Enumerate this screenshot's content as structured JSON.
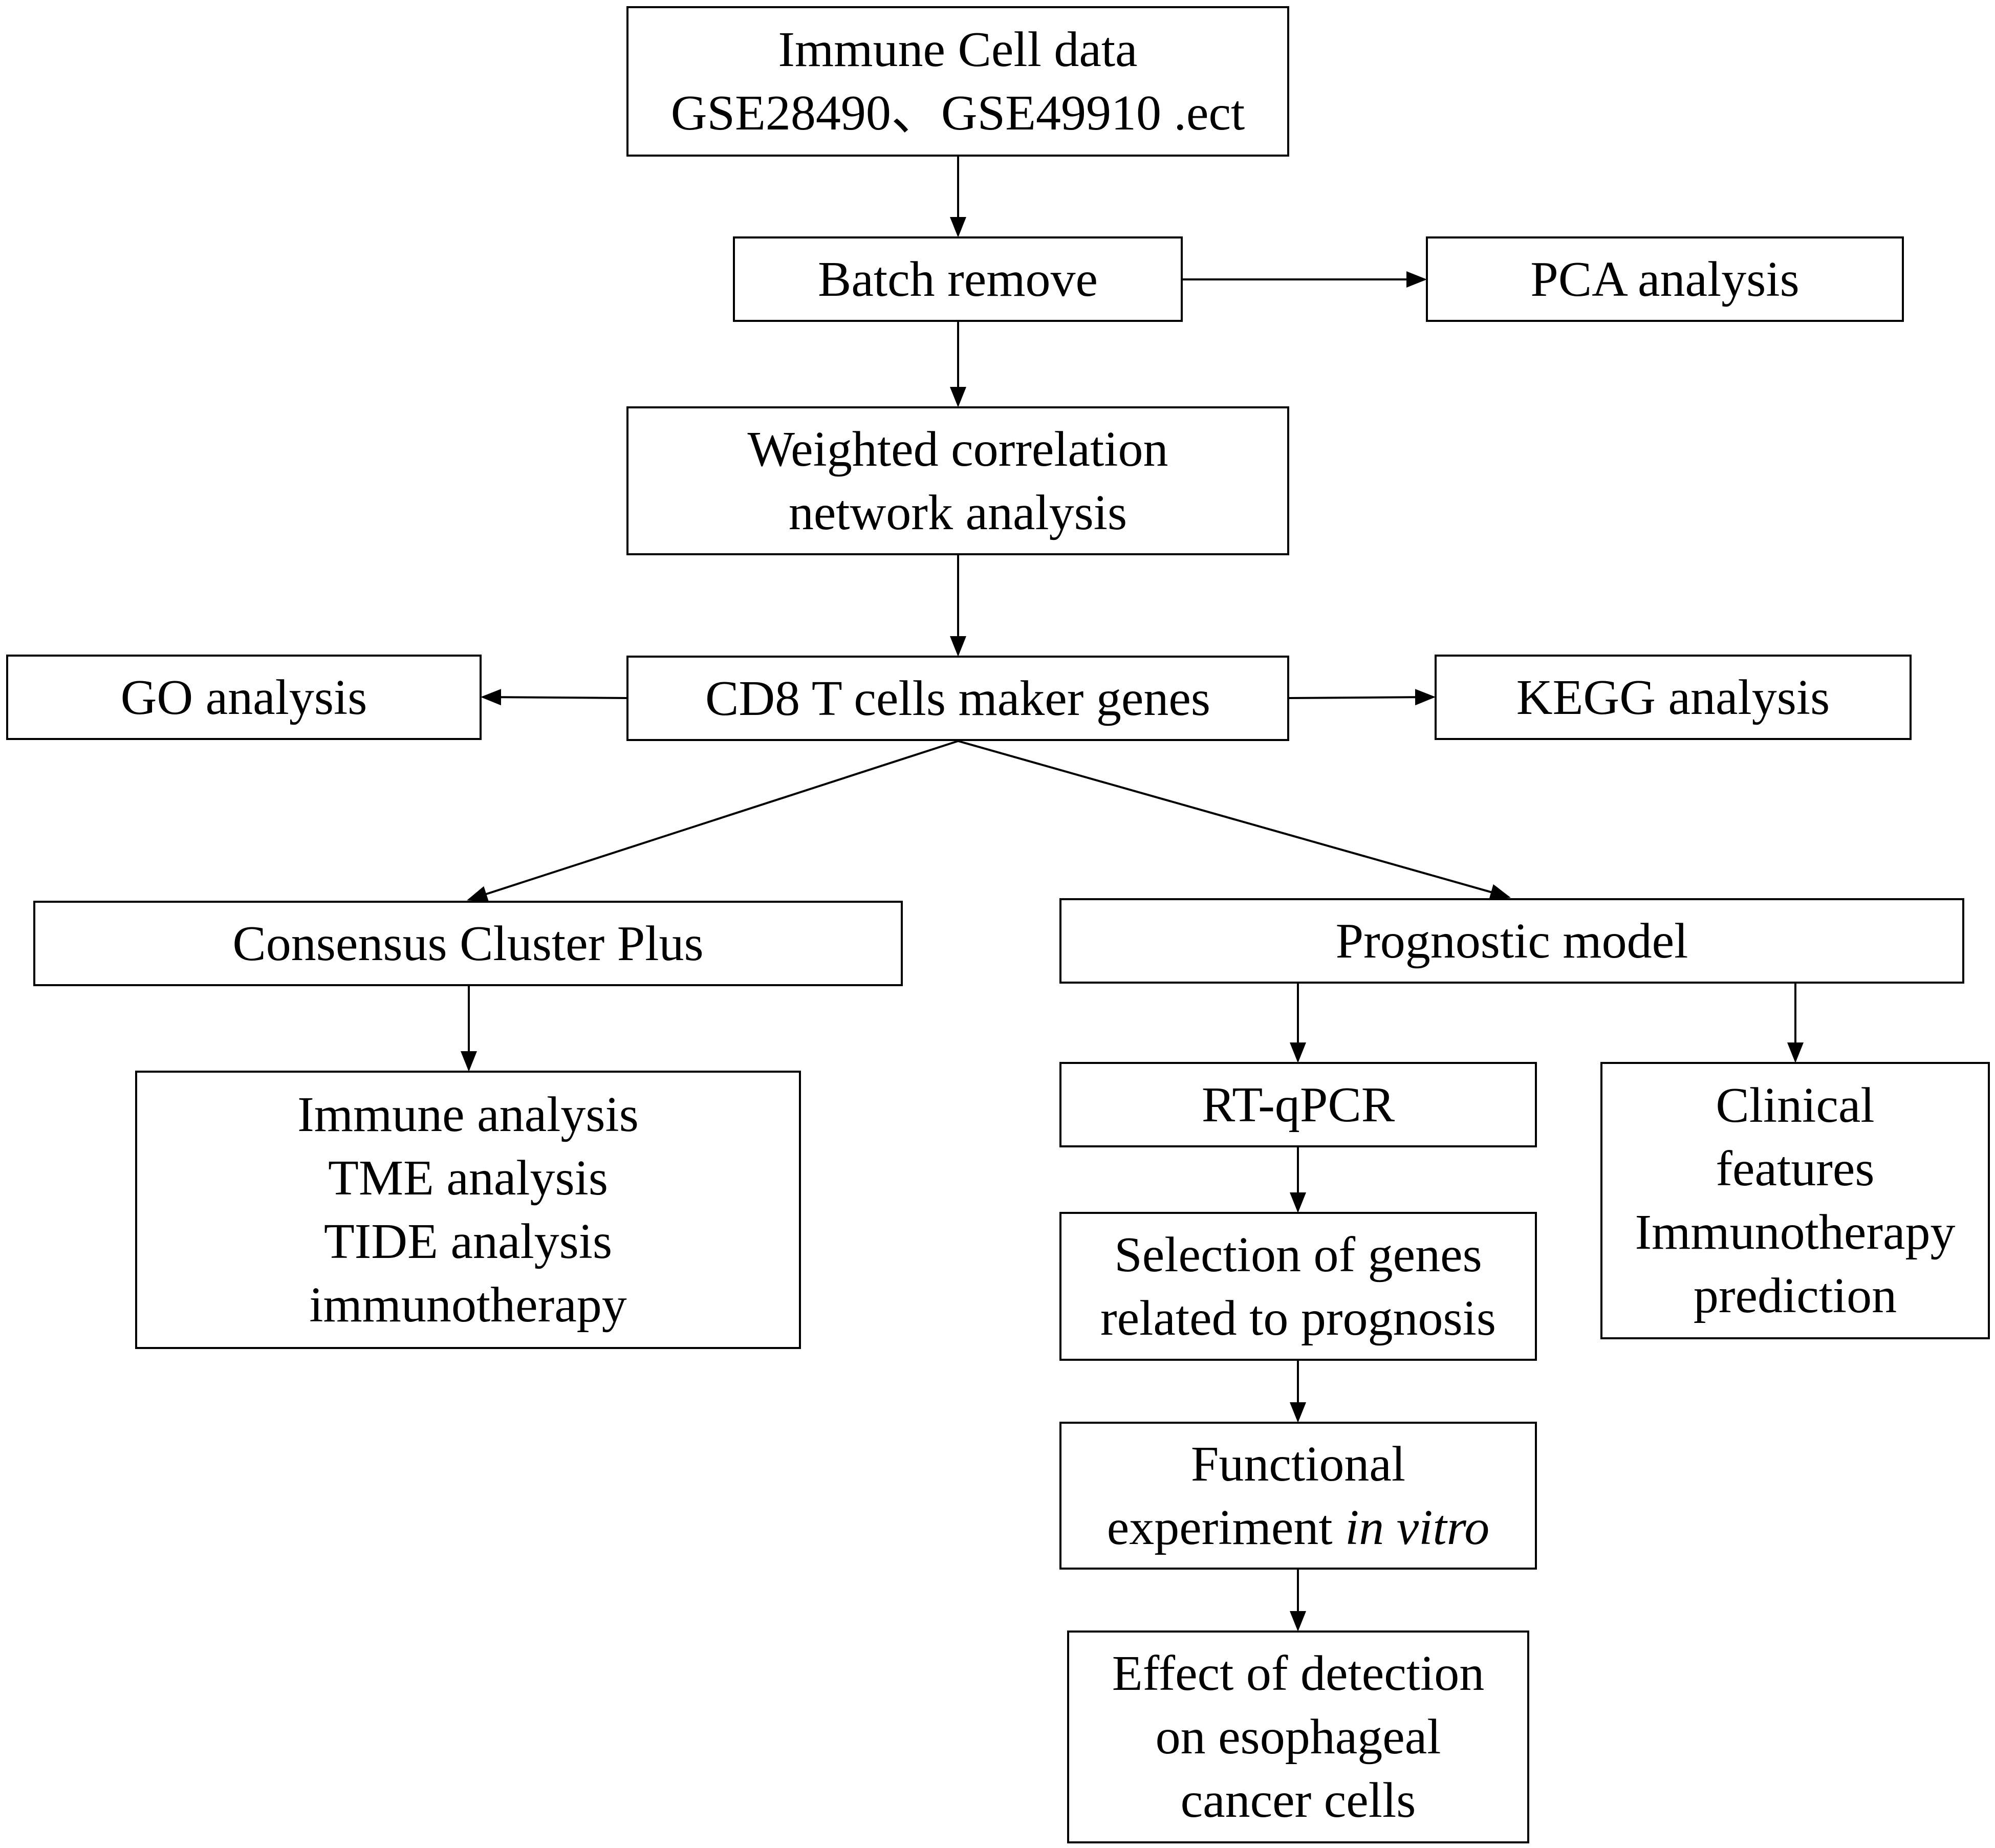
{
  "nodes": {
    "immune_cell_data": {
      "lines": [
        "Immune Cell data",
        "GSE28490、GSE49910 .ect"
      ]
    },
    "batch_remove": {
      "lines": [
        "Batch remove"
      ]
    },
    "pca_analysis": {
      "lines": [
        "PCA analysis"
      ]
    },
    "wgcna": {
      "lines": [
        "Weighted correlation",
        "network analysis"
      ]
    },
    "go_analysis": {
      "lines": [
        "GO analysis"
      ]
    },
    "cd8_marker_genes": {
      "lines": [
        "CD8 T cells maker genes"
      ]
    },
    "kegg_analysis": {
      "lines": [
        "KEGG analysis"
      ]
    },
    "consensus_cluster_plus": {
      "lines": [
        "Consensus Cluster Plus"
      ]
    },
    "prognostic_model": {
      "lines": [
        "Prognostic model"
      ]
    },
    "immune_analyses": {
      "lines": [
        "Immune analysis",
        "TME analysis",
        "TIDE analysis",
        "immunotherapy"
      ]
    },
    "rt_qpcr": {
      "lines": [
        "RT-qPCR"
      ]
    },
    "clinical_features": {
      "lines": [
        "Clinical",
        "features",
        "Immunotherapy",
        "prediction"
      ]
    },
    "gene_selection": {
      "lines": [
        "Selection of genes",
        "related to prognosis"
      ]
    },
    "functional_experiment": {
      "lines": [
        "Functional",
        "experiment"
      ],
      "italic_suffix": "in vitro"
    },
    "effect_of_detection": {
      "lines": [
        "Effect of detection",
        "on esophageal",
        "cancer cells"
      ]
    }
  },
  "edges": [
    {
      "from": "immune_cell_data",
      "to": "batch_remove"
    },
    {
      "from": "batch_remove",
      "to": "pca_analysis"
    },
    {
      "from": "batch_remove",
      "to": "wgcna"
    },
    {
      "from": "wgcna",
      "to": "cd8_marker_genes"
    },
    {
      "from": "cd8_marker_genes",
      "to": "go_analysis"
    },
    {
      "from": "cd8_marker_genes",
      "to": "kegg_analysis"
    },
    {
      "from": "cd8_marker_genes",
      "to": "consensus_cluster_plus"
    },
    {
      "from": "cd8_marker_genes",
      "to": "prognostic_model"
    },
    {
      "from": "consensus_cluster_plus",
      "to": "immune_analyses"
    },
    {
      "from": "prognostic_model",
      "to": "rt_qpcr"
    },
    {
      "from": "prognostic_model",
      "to": "clinical_features"
    },
    {
      "from": "rt_qpcr",
      "to": "gene_selection"
    },
    {
      "from": "gene_selection",
      "to": "functional_experiment"
    },
    {
      "from": "functional_experiment",
      "to": "effect_of_detection"
    }
  ]
}
